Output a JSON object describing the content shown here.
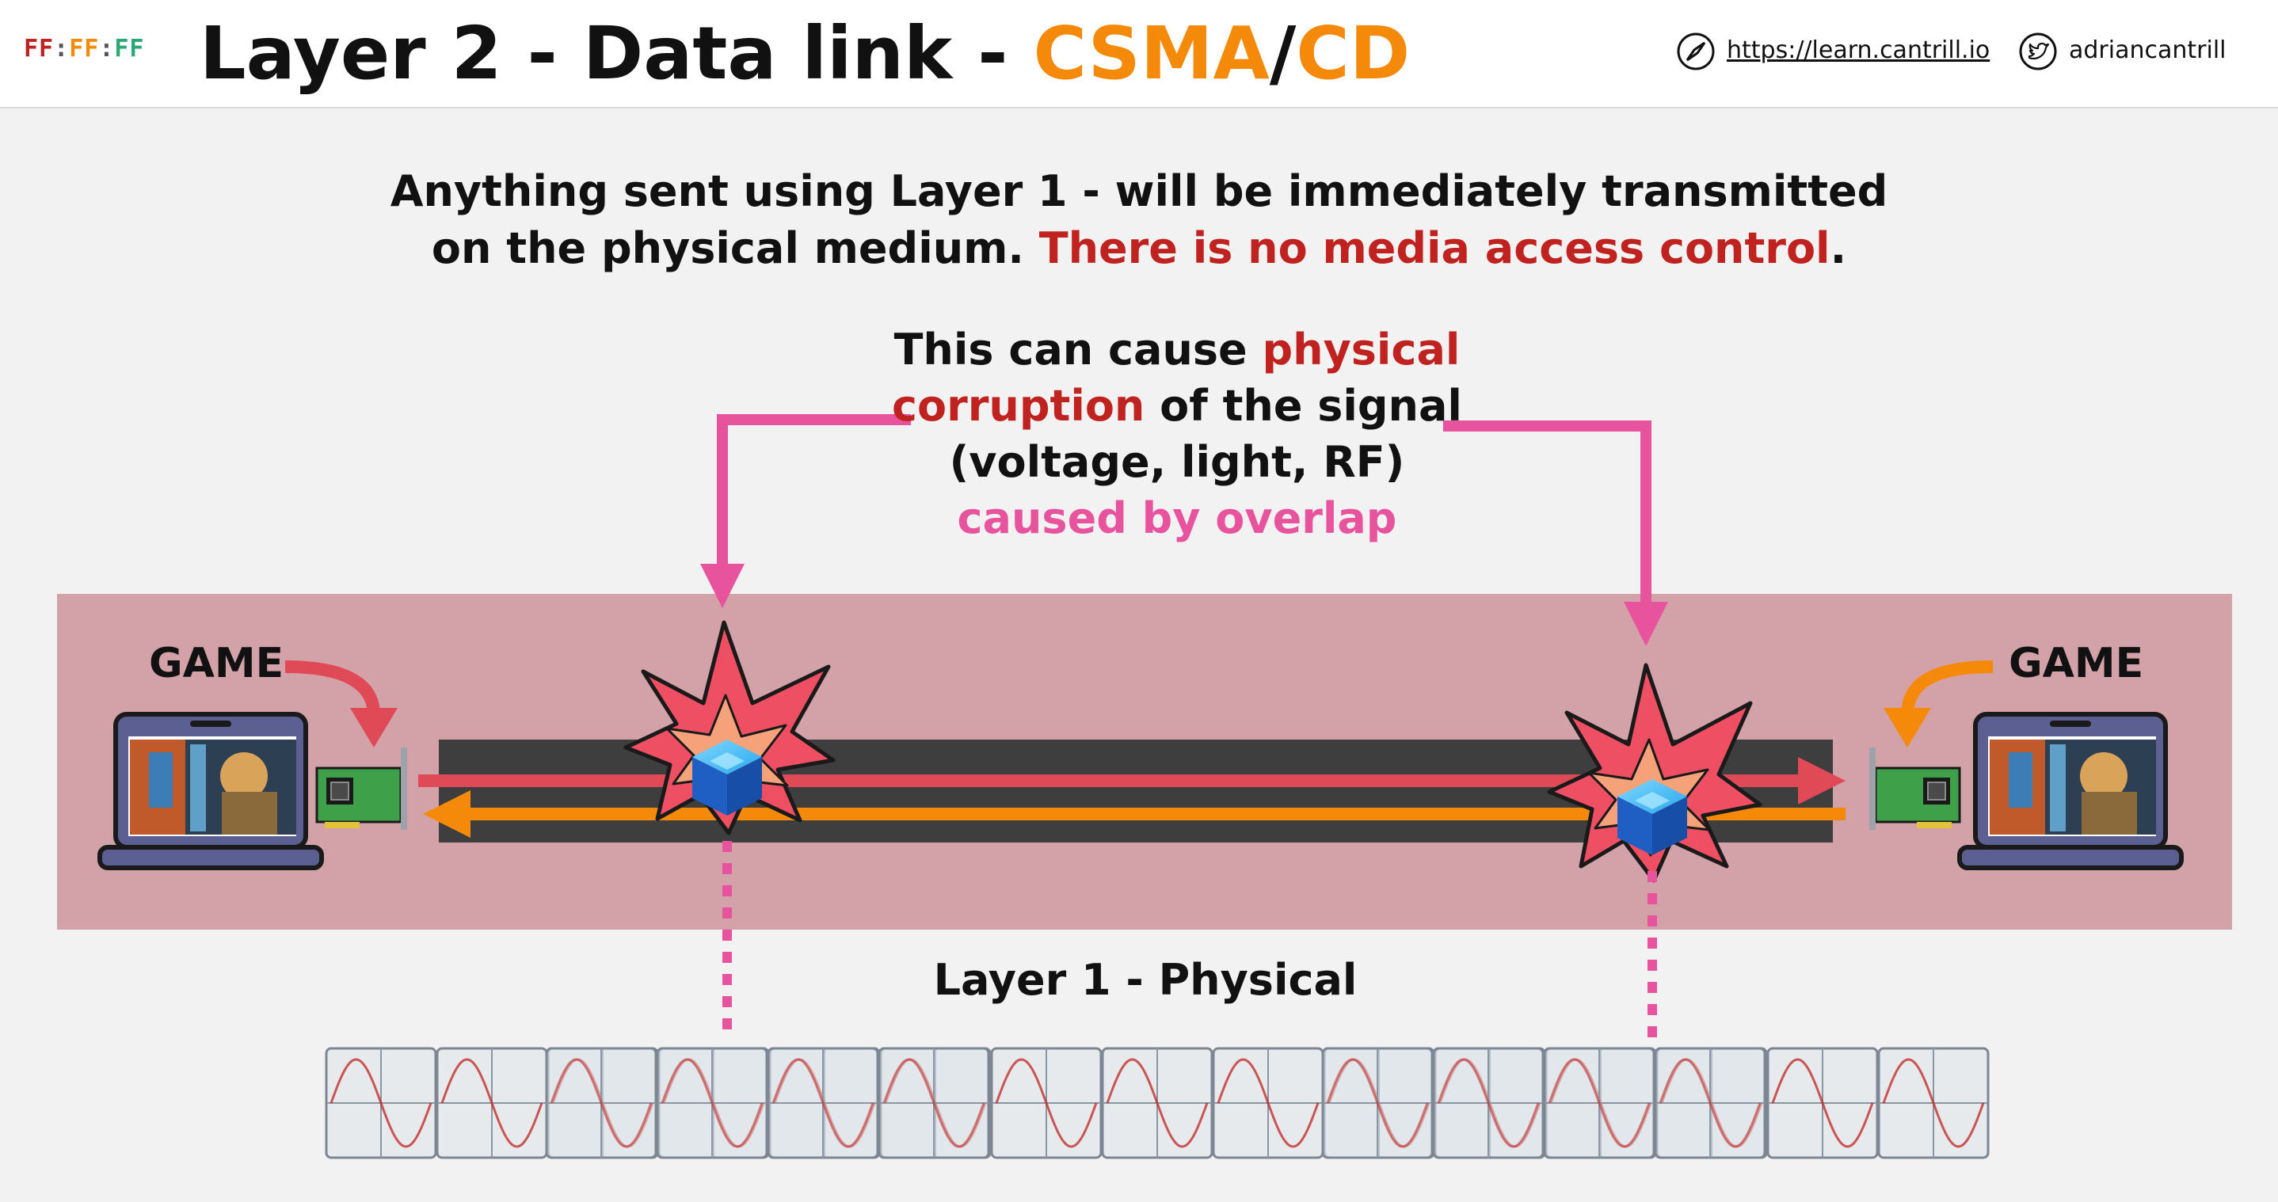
{
  "header": {
    "logo": {
      "ff1": "FF",
      "sep1": ":",
      "ff2": "FF",
      "sep2": ":",
      "ff3": "FF"
    },
    "title_prefix": "Layer 2 - Data link - ",
    "title_csma": "CSMA",
    "title_slash": "/",
    "title_cd": "CD",
    "url": "https://learn.cantrill.io",
    "twitter": "adriancantrill"
  },
  "intro": {
    "line1": "Anything sent using Layer 1 - will be immediately transmitted",
    "line2_black": "on the physical medium. ",
    "line2_red": "There is no media access control",
    "line2_end": "."
  },
  "callout": {
    "l1_black": "This can cause ",
    "l1_red": "physical",
    "l2_red": "corruption",
    "l2_black": " of the signal",
    "l3": "(voltage, light, RF)",
    "l4": "caused by overlap"
  },
  "left_device": {
    "label": "GAME"
  },
  "right_device": {
    "label": "GAME"
  },
  "layer1_label": "Layer 1 - Physical",
  "colors": {
    "accent_orange": "#f58a0a",
    "red_text": "#c0231f",
    "pink_arrow": "#e8539d",
    "medium_band": "#d3a2a8",
    "cable": "#3e3e3e",
    "red_arrow": "#e04a57",
    "collision": "#ef4f62",
    "frame_cube": "#1f6fd6"
  },
  "icons": [
    "compass-icon",
    "twitter-icon",
    "laptop-icon",
    "network-card-icon",
    "explosion-icon",
    "frame-cube-icon",
    "waveform-icon"
  ]
}
